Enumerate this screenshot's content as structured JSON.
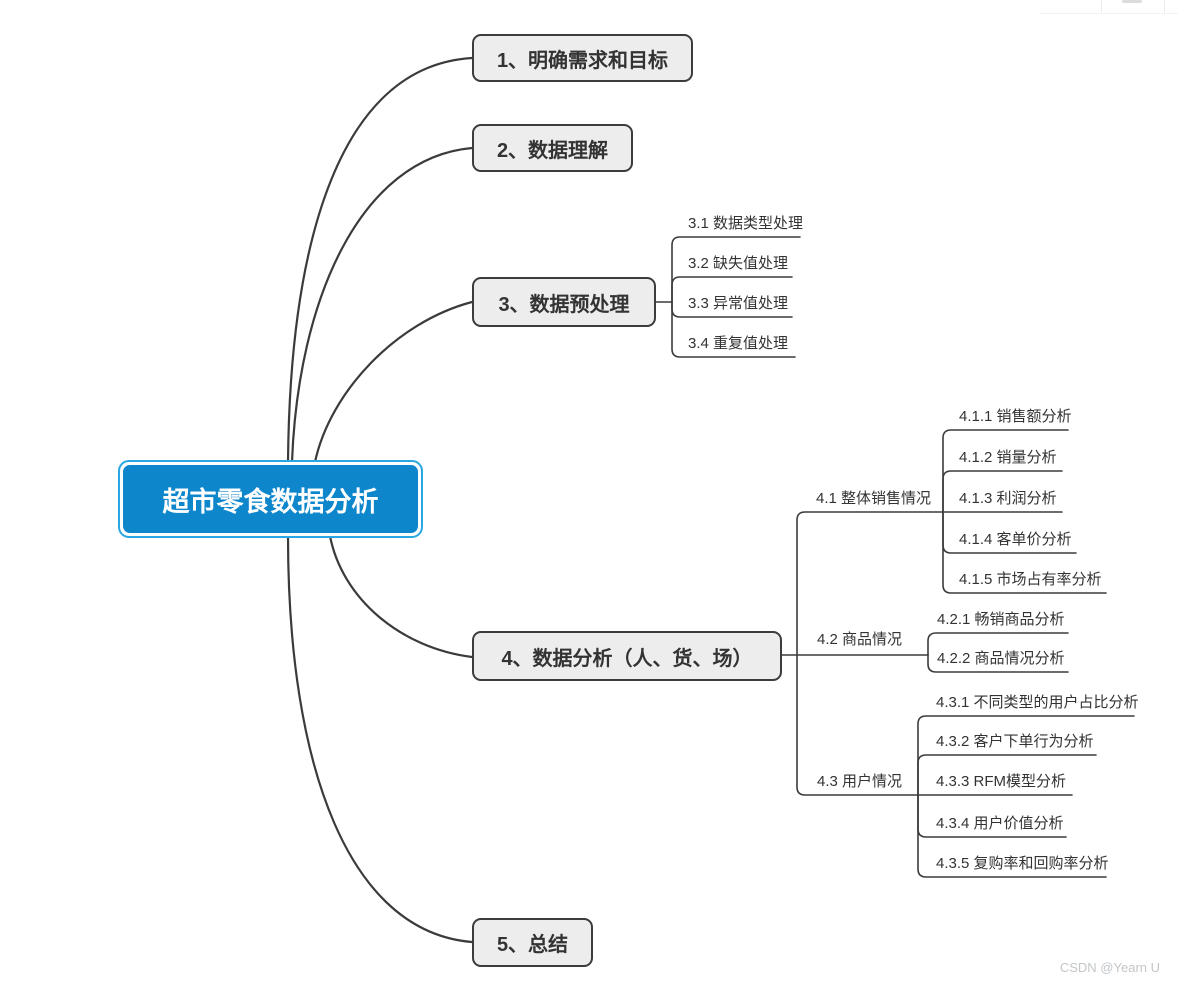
{
  "central": {
    "label": "超市零食数据分析"
  },
  "main_topics": [
    {
      "label": "1、明确需求和目标"
    },
    {
      "label": "2、数据理解"
    },
    {
      "label": "3、数据预处理",
      "children": [
        "3.1 数据类型处理",
        "3.2 缺失值处理",
        "3.3 异常值处理",
        "3.4 重复值处理"
      ]
    },
    {
      "label": "4、数据分析（人、货、场）",
      "children": [
        {
          "label": "4.1 整体销售情况",
          "children": [
            "4.1.1 销售额分析",
            "4.1.2 销量分析",
            "4.1.3 利润分析",
            "4.1.4 客单价分析",
            "4.1.5 市场占有率分析"
          ]
        },
        {
          "label": "4.2 商品情况",
          "children": [
            "4.2.1 畅销商品分析",
            "4.2.2 商品情况分析"
          ]
        },
        {
          "label": "4.3 用户情况",
          "children": [
            "4.3.1 不同类型的用户占比分析",
            "4.3.2 客户下单行为分析",
            "4.3.3 RFM模型分析",
            "4.3.4 用户价值分析",
            "4.3.5 复购率和回购率分析"
          ]
        }
      ]
    },
    {
      "label": "5、总结"
    }
  ],
  "watermark": {
    "text": "CSDN @Yearn U"
  },
  "colors": {
    "central_fill": "#0d86cc",
    "central_highlight": "#2aa7e2",
    "central_text": "#ffffff",
    "node_fill": "#ededed",
    "node_border": "#3c3c3c",
    "node_text": "#333333",
    "line": "#3b3b3b",
    "watermark_text": "#c2c6c9"
  }
}
